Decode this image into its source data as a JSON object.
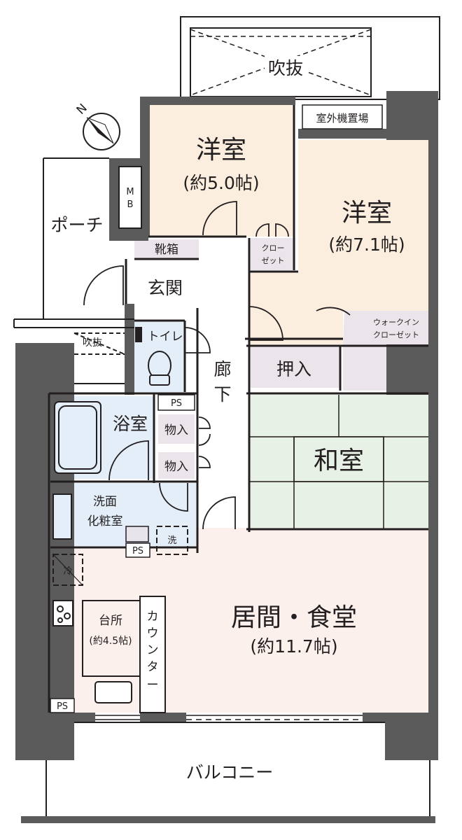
{
  "rooms": {
    "western1": {
      "name": "洋室",
      "size": "(約5.0帖)"
    },
    "western2": {
      "name": "洋室",
      "size": "(約7.1帖)"
    },
    "living": {
      "name": "居間・食堂",
      "size": "(約11.7帖)"
    },
    "kitchen": {
      "name": "台所",
      "size": "(約4.5帖)"
    },
    "japanese": {
      "name": "和室"
    },
    "bath": "浴室",
    "washroom": {
      "line1": "洗面",
      "line2": "化粧室"
    },
    "toilet": "トイレ",
    "entrance": "玄関",
    "hallway": {
      "c1": "廊",
      "c2": "下"
    },
    "porch": "ポーチ",
    "balcony": "バルコニー"
  },
  "storage": {
    "closet": {
      "line1": "クロー",
      "line2": "ゼット"
    },
    "walkin": {
      "line1": "ウォークイン",
      "line2": "クローゼット"
    },
    "oshiire": "押入",
    "mono1": "物入",
    "mono2": "物入",
    "shoes": "靴箱"
  },
  "labels": {
    "atrium_top": "吹抜",
    "atrium_small": "吹抜",
    "outdoor_unit": "室外機置場",
    "mb_m": "M",
    "mb_b": "B",
    "ps1": "PS",
    "ps2": "PS",
    "ps3": "PS",
    "fridge": "冷",
    "washer": "洗",
    "counter": [
      "カ",
      "ウ",
      "ン",
      "タ",
      "ー"
    ],
    "compass": "N"
  },
  "colors": {
    "western": "#fbeede",
    "japanese": "#e8f1e6",
    "living": "#fcf0ec",
    "wet": "#e3eef9",
    "storage": "#ebe4ea",
    "wall": "#5b5b5b"
  }
}
